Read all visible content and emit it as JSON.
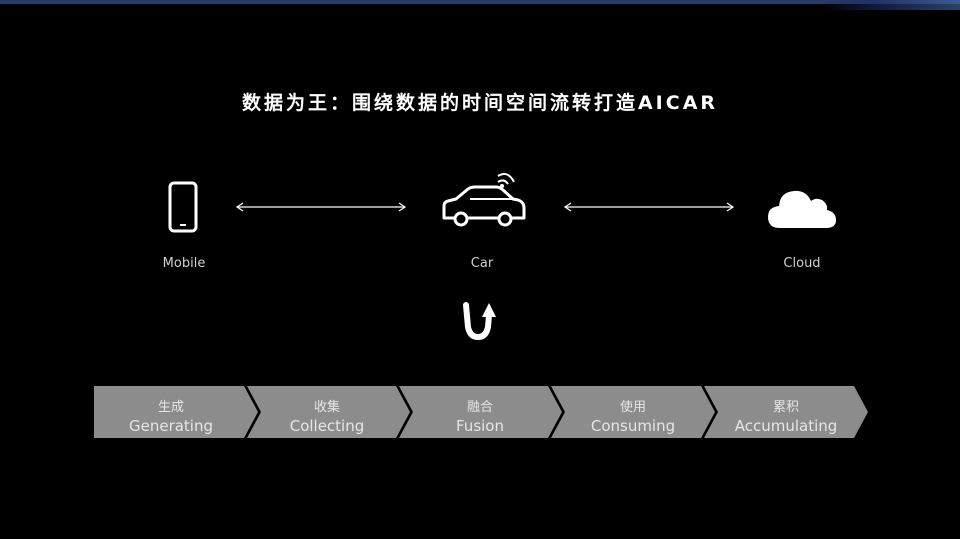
{
  "title": "数据为王：围绕数据的时间空间流转打造AICAR",
  "nodes": {
    "mobile": {
      "label": "Mobile",
      "icon": "smartphone-icon"
    },
    "car": {
      "label": "Car",
      "icon": "connected-car-icon"
    },
    "cloud": {
      "label": "Cloud",
      "icon": "cloud-icon"
    }
  },
  "loop_icon": "u-turn-arrow-icon",
  "steps": [
    {
      "cn": "生成",
      "en": "Generating"
    },
    {
      "cn": "收集",
      "en": "Collecting"
    },
    {
      "cn": "融合",
      "en": "Fusion"
    },
    {
      "cn": "使用",
      "en": "Consuming"
    },
    {
      "cn": "累积",
      "en": "Accumulating"
    }
  ],
  "colors": {
    "background": "#000000",
    "chevron_fill": "#8c8c8c",
    "label_text": "#cfcfcf"
  }
}
